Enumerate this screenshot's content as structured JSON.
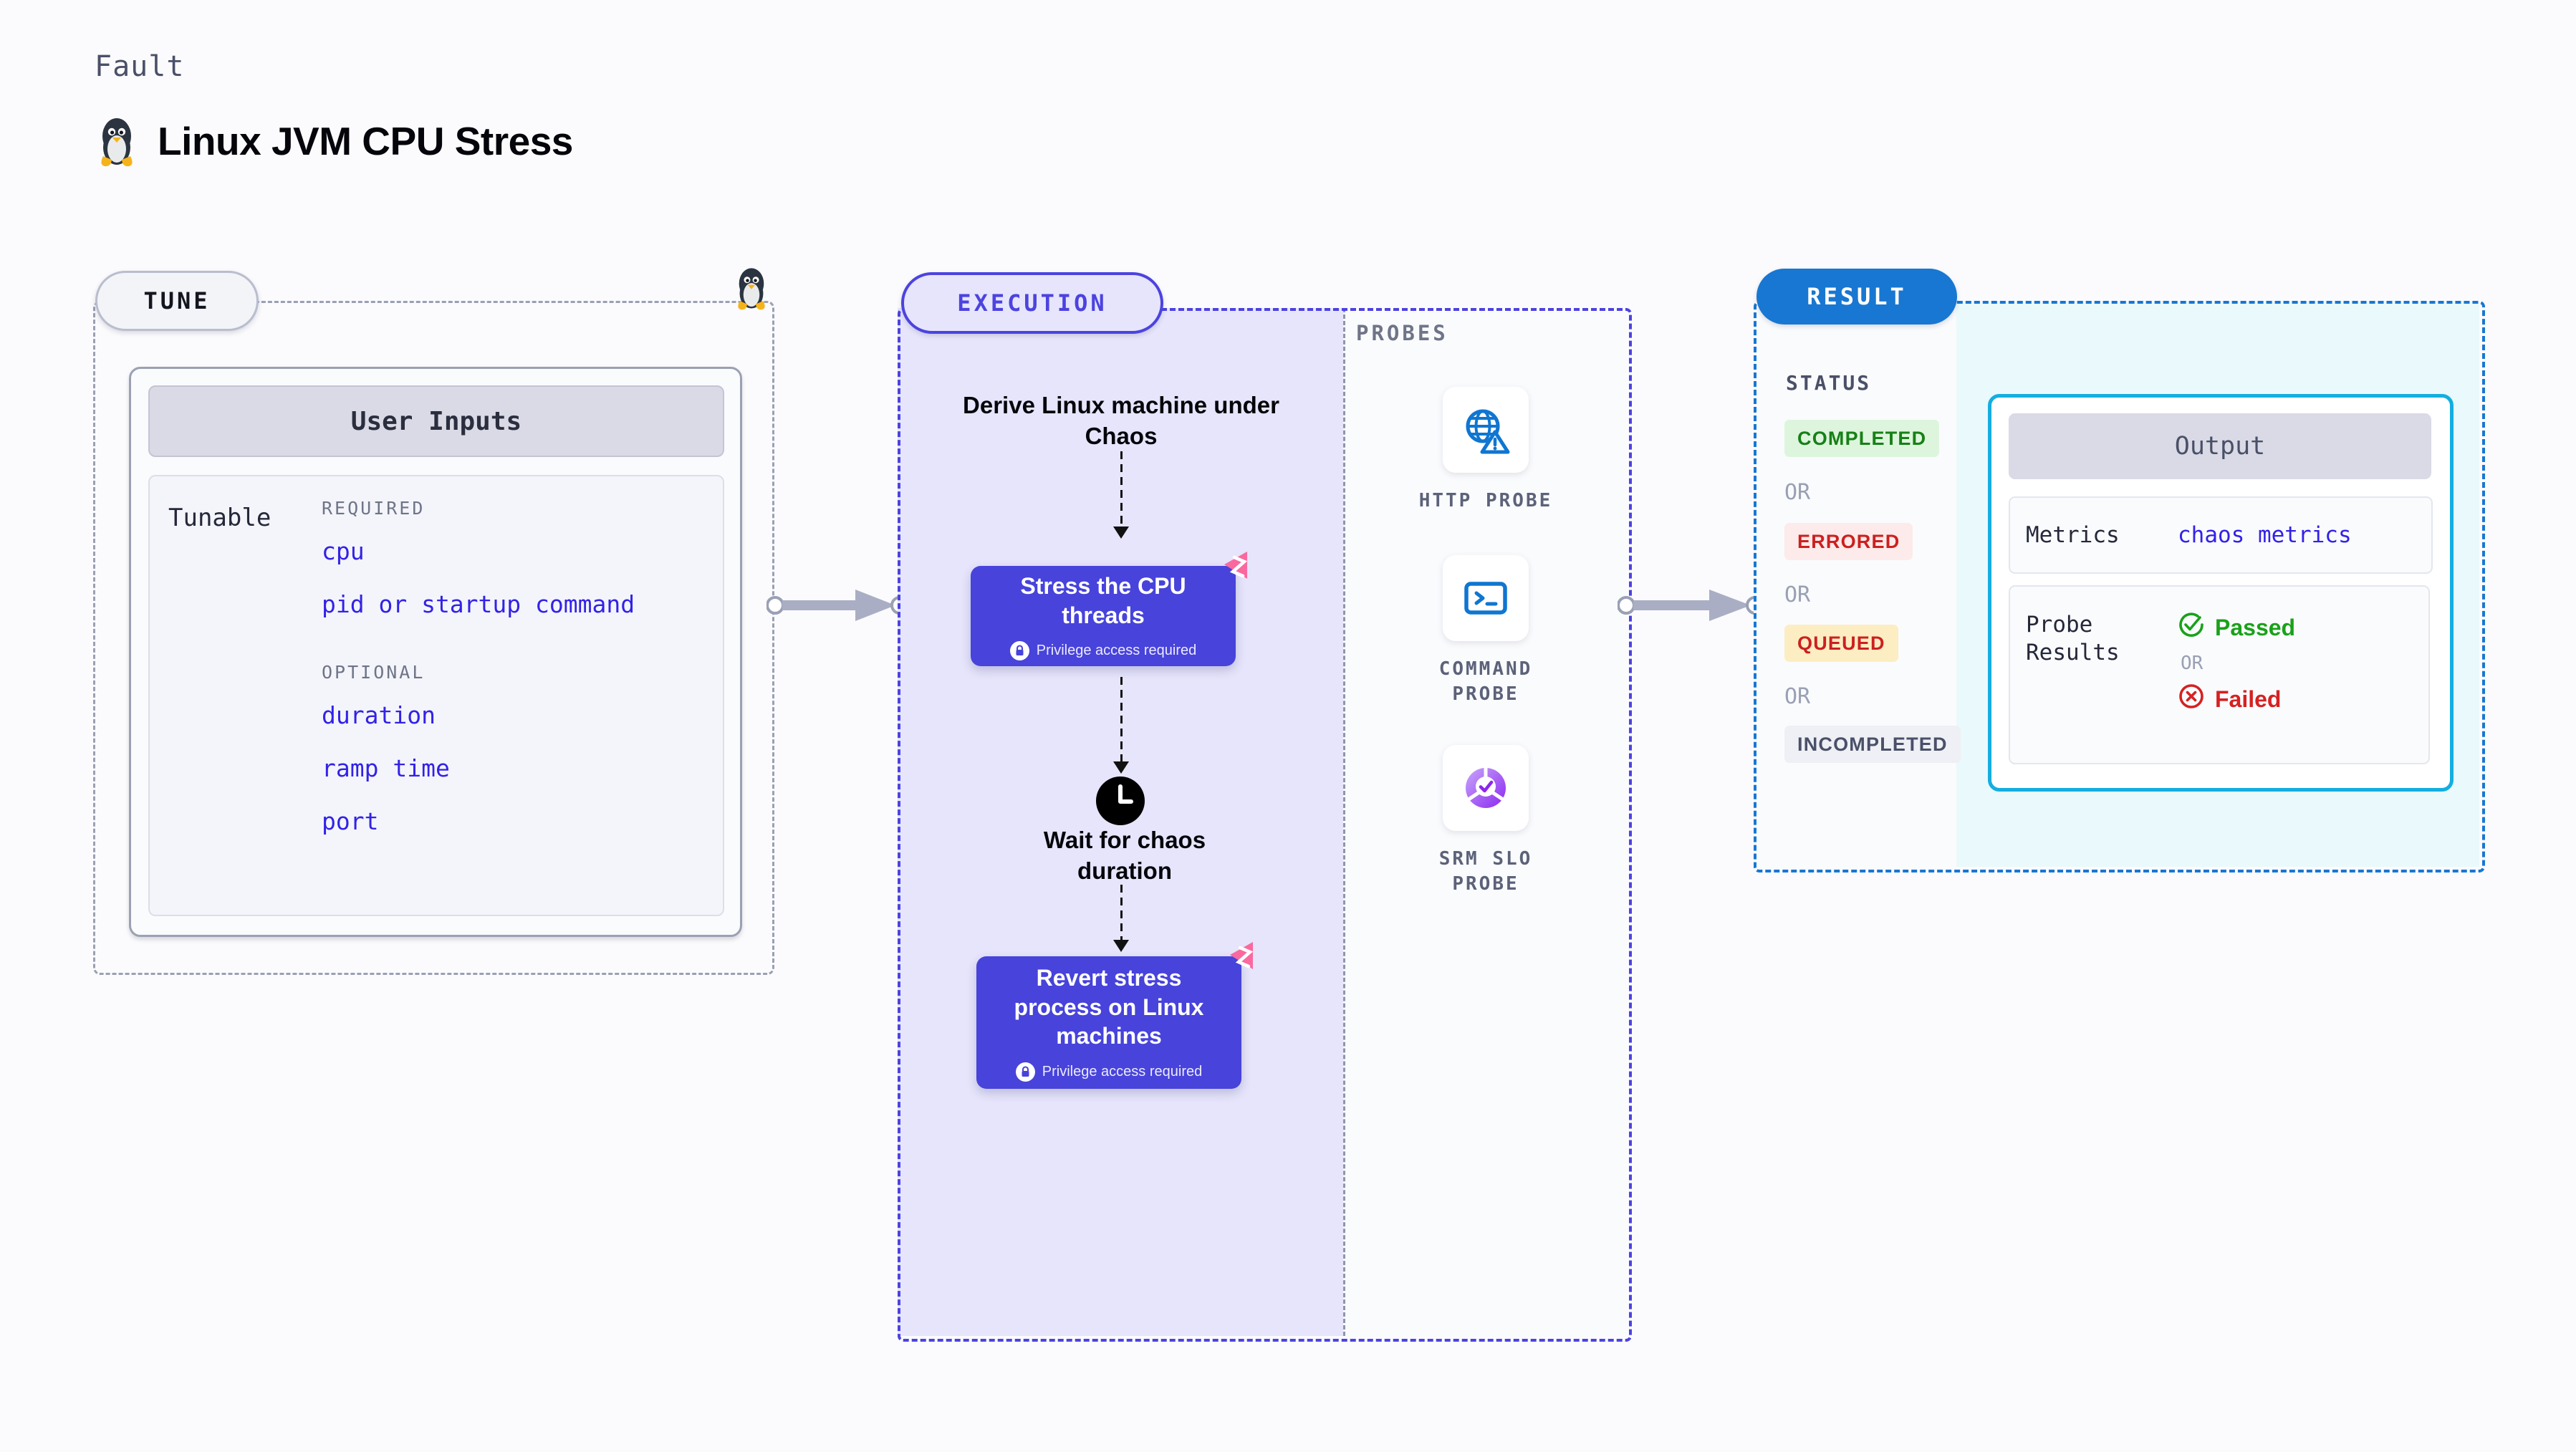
{
  "header": {
    "eyebrow": "Fault",
    "title": "Linux JVM CPU Stress",
    "icon": "linux-penguin-icon"
  },
  "tune": {
    "badge": "TUNE",
    "card_header": "User Inputs",
    "tunable_label": "Tunable",
    "groups": [
      {
        "label": "REQUIRED",
        "items": [
          "cpu",
          "pid or startup command"
        ]
      },
      {
        "label": "OPTIONAL",
        "items": [
          "duration",
          "ramp time",
          "port"
        ]
      }
    ]
  },
  "execution": {
    "badge": "EXECUTION",
    "steps": [
      {
        "kind": "text",
        "label": "Derive Linux machine under Chaos"
      },
      {
        "kind": "card",
        "label": "Stress the CPU threads",
        "privilege": "Privilege access required"
      },
      {
        "kind": "clock",
        "label": "Wait for chaos duration"
      },
      {
        "kind": "card",
        "label": "Revert stress process on Linux machines",
        "privilege": "Privilege access required"
      }
    ]
  },
  "probes": {
    "label": "PROBES",
    "items": [
      {
        "name": "HTTP PROBE",
        "icon": "globe-warning-icon"
      },
      {
        "name": "COMMAND PROBE",
        "icon": "terminal-icon"
      },
      {
        "name": "SRM SLO PROBE",
        "icon": "slo-donut-check-icon"
      }
    ]
  },
  "result": {
    "badge": "RESULT",
    "status_label": "STATUS",
    "or_label": "OR",
    "statuses": [
      {
        "label": "COMPLETED",
        "bg": "#ddf5dd",
        "fg": "#178017"
      },
      {
        "label": "ERRORED",
        "bg": "#fdeaea",
        "fg": "#cc2020"
      },
      {
        "label": "QUEUED",
        "bg": "#fcedc2",
        "fg": "#cc2020"
      },
      {
        "label": "INCOMPLETED",
        "bg": "#eef0f5",
        "fg": "#4a5068"
      }
    ],
    "output": {
      "header": "Output",
      "metrics_key": "Metrics",
      "metrics_value": "chaos metrics",
      "probe_results_key": "Probe Results",
      "passed": "Passed",
      "failed": "Failed",
      "or_label": "OR"
    }
  },
  "colors": {
    "accent_purple": "#4743db",
    "accent_blue": "#1877d2",
    "accent_cyan": "#14aee0",
    "link_blue": "#3222e8",
    "pink_marker": "#f9699f",
    "pass_green": "#1aa11a",
    "fail_red": "#d62121"
  }
}
